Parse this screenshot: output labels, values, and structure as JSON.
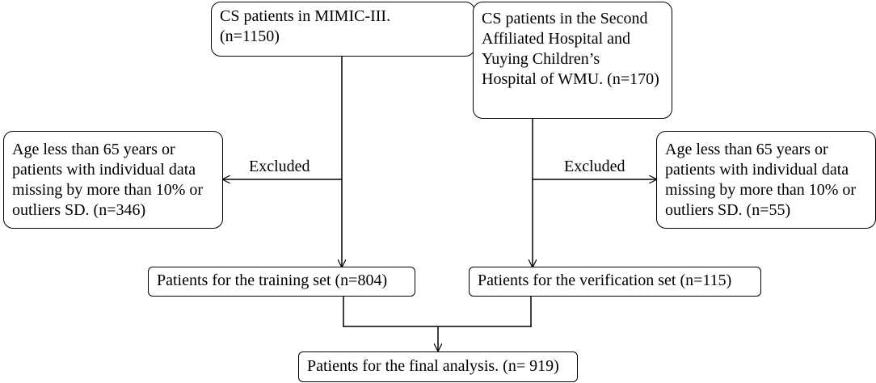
{
  "nodes": {
    "mimic": {
      "lines": [
        "CS patients in MIMIC-III.",
        "(n=1150)"
      ]
    },
    "wmu": {
      "lines": [
        "CS patients in the Second",
        "Affiliated Hospital and",
        "Yuying Children’s",
        "Hospital of WMU. (n=170)"
      ]
    },
    "excl_left": {
      "lines": [
        "Age less than 65 years or",
        "patients with individual data",
        "missing by more than 10% or",
        "outliers SD. (n=346)"
      ]
    },
    "excl_right": {
      "lines": [
        "Age less than 65 years or",
        "patients with individual data",
        "missing by more than 10% or",
        "outliers SD. (n=55)"
      ]
    },
    "training": {
      "lines": [
        "Patients for the training set (n=804)"
      ]
    },
    "verification": {
      "lines": [
        "Patients for the verification set (n=115)"
      ]
    },
    "final": {
      "lines": [
        "Patients for the final analysis. (n= 919)"
      ]
    }
  },
  "edge_labels": {
    "excluded_left": "Excluded",
    "excluded_right": "Excluded"
  }
}
